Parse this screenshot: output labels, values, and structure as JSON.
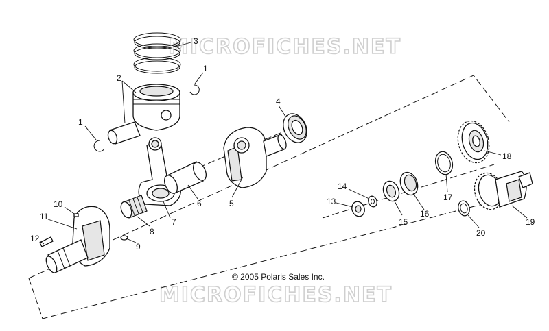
{
  "watermarks": [
    "MICROFICHES.NET",
    "MICROFICHES.NET"
  ],
  "copyright": "© 2005 Polaris Sales Inc.",
  "callouts": [
    "1",
    "1",
    "2",
    "3",
    "4",
    "5",
    "6",
    "7",
    "8",
    "9",
    "10",
    "11",
    "12",
    "13",
    "14",
    "15",
    "16",
    "17",
    "18",
    "19",
    "20"
  ]
}
